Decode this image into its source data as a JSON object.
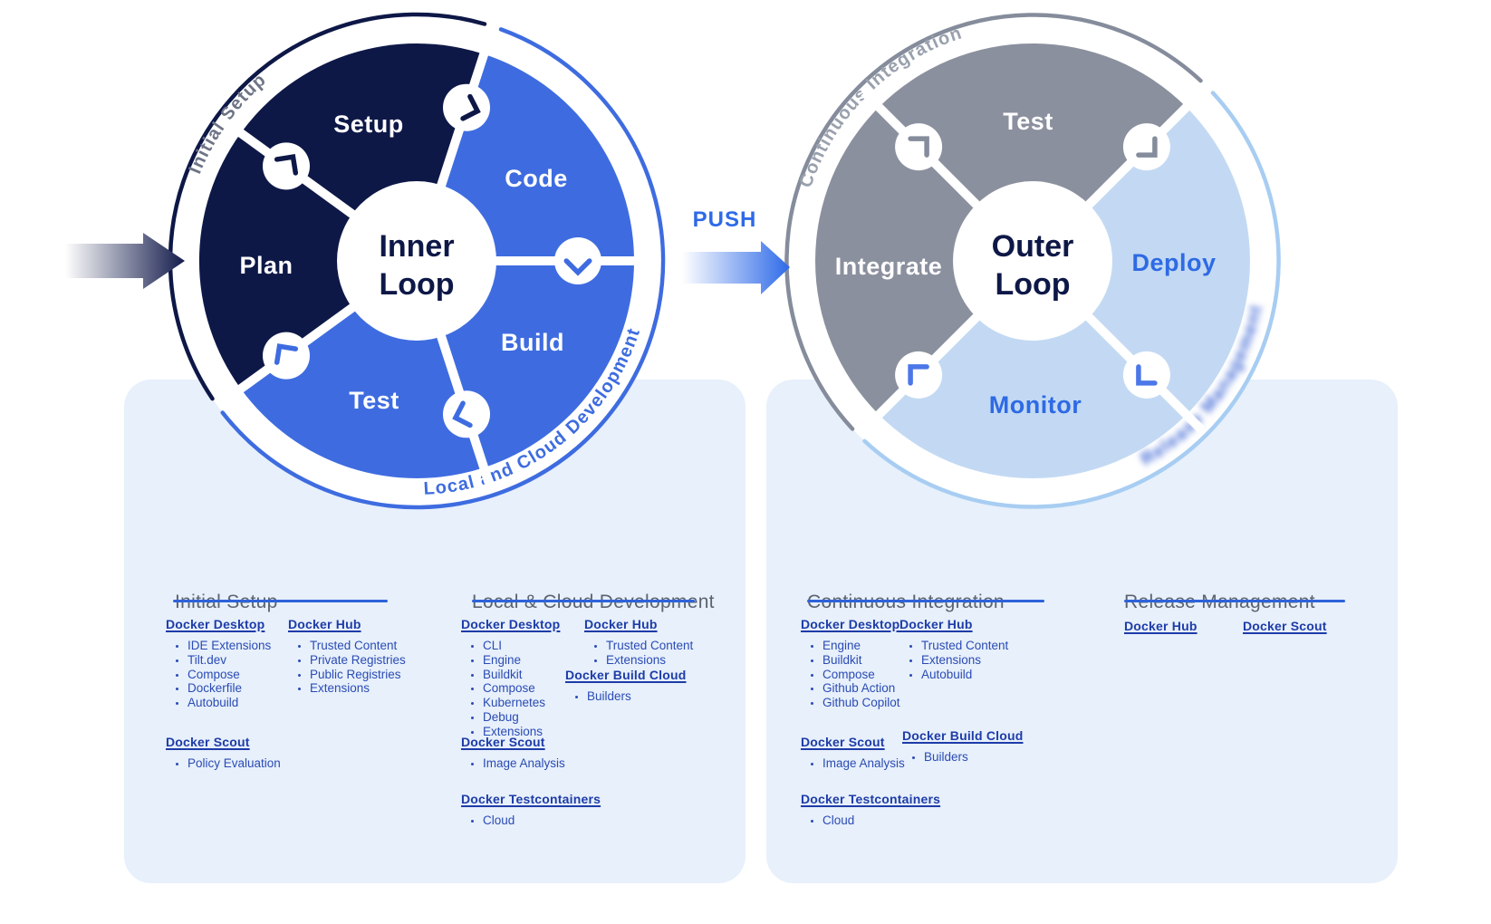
{
  "colors": {
    "navy": "#0e1847",
    "blue": "#3e6ce0",
    "push_blue": "#2e6ae8",
    "gray": "#8b909e",
    "gray_arc": "#858c9b",
    "light_blue": "#c3d9f3",
    "light_blue_arc": "#a8cdf2",
    "panel_bg": "#e7f0fb",
    "heading_gray": "#5d6370",
    "link_navy": "#1e3ca8",
    "bullet_blue": "#2b4bb4",
    "underline_blue": "#2e62d9"
  },
  "push_label": "PUSH",
  "inner_loop": {
    "center": {
      "line1": "Inner",
      "line2": "Loop"
    },
    "segments": {
      "setup": "Setup",
      "code": "Code",
      "build": "Build",
      "test": "Test",
      "plan": "Plan"
    },
    "arc_top": "Initial Setup",
    "arc_bottom": "Local and Cloud Development"
  },
  "outer_loop": {
    "center": {
      "line1": "Outer",
      "line2": "Loop"
    },
    "segments": {
      "test": "Test",
      "integrate": "Integrate",
      "deploy": "Deploy",
      "monitor": "Monitor"
    },
    "arc_top": "Continuous Integration",
    "arc_bottom_blurred": "Release Management"
  },
  "panels": {
    "initial_setup": {
      "title": "Initial Setup",
      "tools": [
        {
          "name": "Docker Desktop",
          "items": [
            "IDE Extensions",
            "Tilt.dev",
            "Compose",
            "Dockerfile",
            "Autobuild"
          ]
        },
        {
          "name": "Docker Hub",
          "items": [
            "Trusted Content",
            "Private Registries",
            "Public Registries",
            "Extensions"
          ]
        },
        {
          "name": "Docker Scout",
          "items": [
            "Policy Evaluation"
          ]
        }
      ]
    },
    "local_cloud": {
      "title": "Local & Cloud Development",
      "tools": [
        {
          "name": "Docker Desktop",
          "items": [
            "CLI",
            "Engine",
            "Buildkit",
            "Compose",
            "Kubernetes",
            "Debug",
            "Extensions"
          ]
        },
        {
          "name": "Docker Hub",
          "items": [
            "Trusted Content",
            "Extensions"
          ]
        },
        {
          "name": "Docker Build Cloud",
          "items": [
            "Builders"
          ]
        },
        {
          "name": "Docker Scout",
          "items": [
            "Image Analysis"
          ]
        },
        {
          "name": "Docker Testcontainers",
          "items": [
            "Cloud"
          ]
        }
      ]
    },
    "continuous_integration": {
      "title": "Continuous Integration",
      "tools": [
        {
          "name": "Docker Desktop",
          "items": [
            "Engine",
            "Buildkit",
            "Compose",
            "Github Action",
            "Github Copilot"
          ]
        },
        {
          "name": "Docker Hub",
          "items": [
            "Trusted Content",
            "Extensions",
            "Autobuild"
          ]
        },
        {
          "name": "Docker Scout",
          "items": [
            "Image Analysis"
          ]
        },
        {
          "name": "Docker Build Cloud",
          "items": [
            "Builders"
          ]
        },
        {
          "name": "Docker Testcontainers",
          "items": [
            "Cloud"
          ]
        }
      ]
    },
    "release_management": {
      "title": "Release Management",
      "tools": [
        {
          "name": "Docker Hub",
          "items": []
        },
        {
          "name": "Docker Scout",
          "items": []
        }
      ]
    }
  }
}
